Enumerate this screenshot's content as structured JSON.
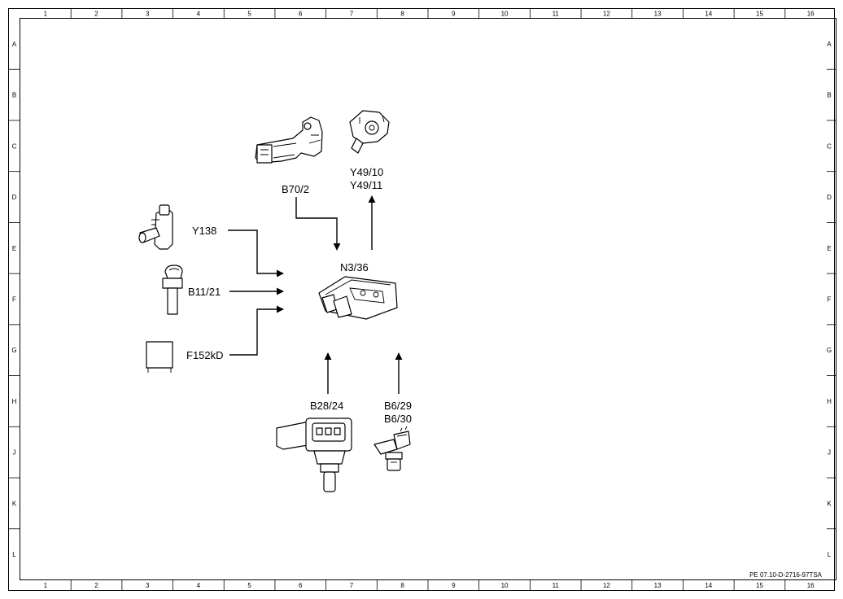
{
  "frame": {
    "columns": [
      "1",
      "2",
      "3",
      "4",
      "5",
      "6",
      "7",
      "8",
      "9",
      "10",
      "11",
      "12",
      "13",
      "14",
      "15",
      "16"
    ],
    "rows": [
      "A",
      "B",
      "C",
      "D",
      "E",
      "F",
      "G",
      "H",
      "J",
      "K",
      "L"
    ]
  },
  "components": {
    "control_unit": "N3/36",
    "camshaft_actuator": "Y138",
    "intake_air_sensor": "B11/21",
    "fuse_relay": "F152kD",
    "pedal_sensor": "B70/2",
    "valves_line1": "Y49/10",
    "valves_line2": "Y49/11",
    "pressure_sensor": "B28/24",
    "hall_line1": "B6/29",
    "hall_line2": "B6/30"
  },
  "drawing_code": "PE 07.10-D-2716-97TSA"
}
